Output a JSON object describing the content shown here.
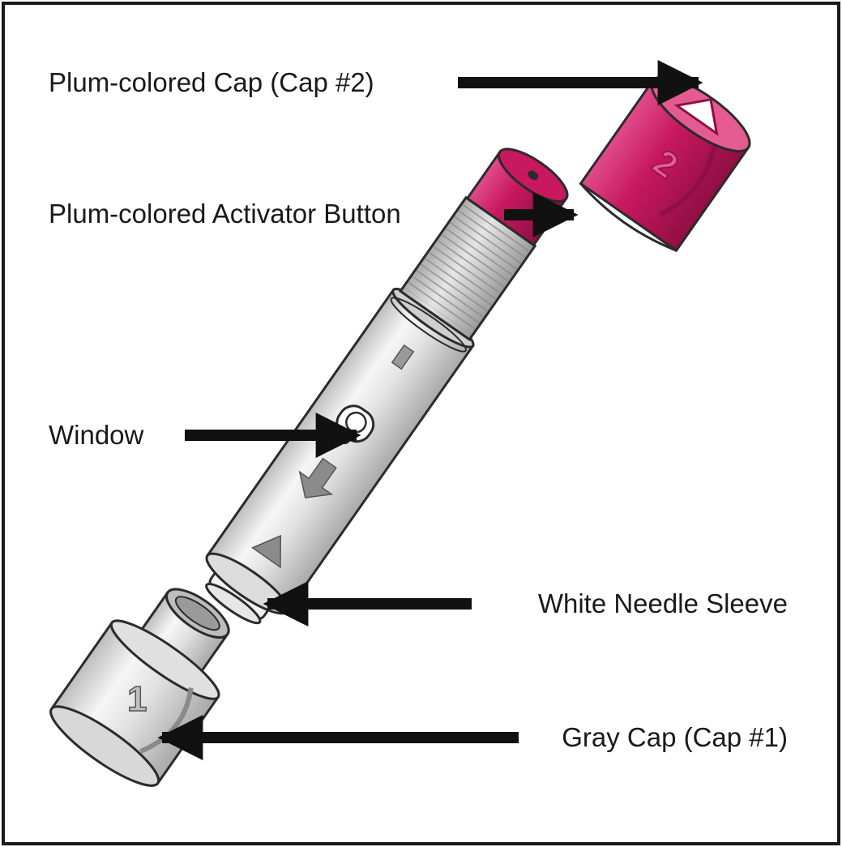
{
  "labels": {
    "cap2": "Plum-colored Cap (Cap #2)",
    "activator": "Plum-colored Activator Button",
    "window": "Window",
    "sleeve": "White Needle Sleeve",
    "cap1": "Gray Cap (Cap #1)"
  },
  "cap_numbers": {
    "cap1": "1",
    "cap2": "2"
  },
  "colors": {
    "plum": "#c8185f",
    "plum_dark": "#8f0f43",
    "plum_light": "#e45b92",
    "silver": "#d4d4d4",
    "outline": "#2b2b2b",
    "arrow": "#111111",
    "frame": "#1a1a1a"
  }
}
